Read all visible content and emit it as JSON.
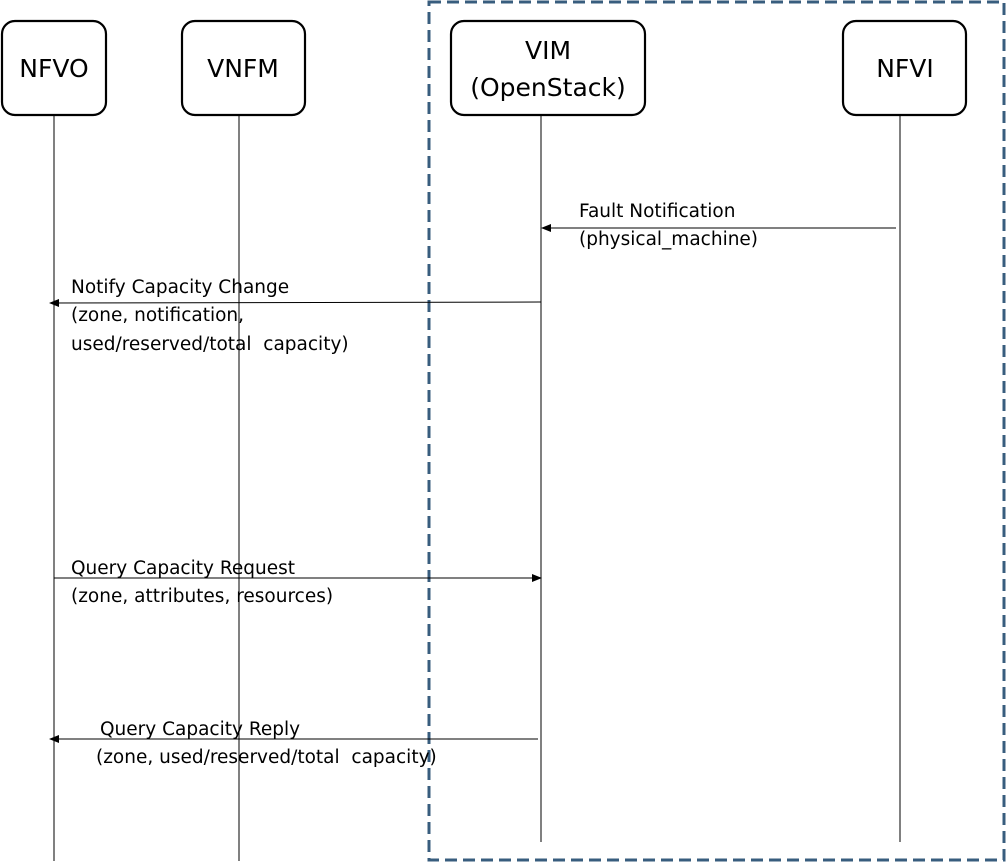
{
  "actors": [
    {
      "id": "nfvo",
      "lines": [
        "NFVO"
      ]
    },
    {
      "id": "vnfm",
      "lines": [
        "VNFM"
      ]
    },
    {
      "id": "vim",
      "lines": [
        "VIM",
        "(OpenStack)"
      ]
    },
    {
      "id": "nfvi",
      "lines": [
        "NFVI"
      ]
    }
  ],
  "messages": [
    {
      "id": "fault-notification",
      "from": "nfvi",
      "to": "vim",
      "lines": [
        "Fault Notification",
        "(physical_machine)"
      ]
    },
    {
      "id": "notify-capacity-change",
      "from": "vim",
      "to": "nfvo",
      "lines": [
        "Notify Capacity Change",
        "(zone, notification,",
        "used/reserved/total  capacity)"
      ]
    },
    {
      "id": "query-capacity-request",
      "from": "nfvo",
      "to": "vim",
      "lines": [
        "Query Capacity Request",
        "(zone, attributes, resources)"
      ]
    },
    {
      "id": "query-capacity-reply",
      "from": "vim",
      "to": "nfvo",
      "lines": [
        "Query Capacity Reply",
        "(zone, used/reserved/total  capacity)"
      ]
    }
  ],
  "colors": {
    "boundary": "#385d7e",
    "line": "#000000",
    "text": "#000000"
  }
}
